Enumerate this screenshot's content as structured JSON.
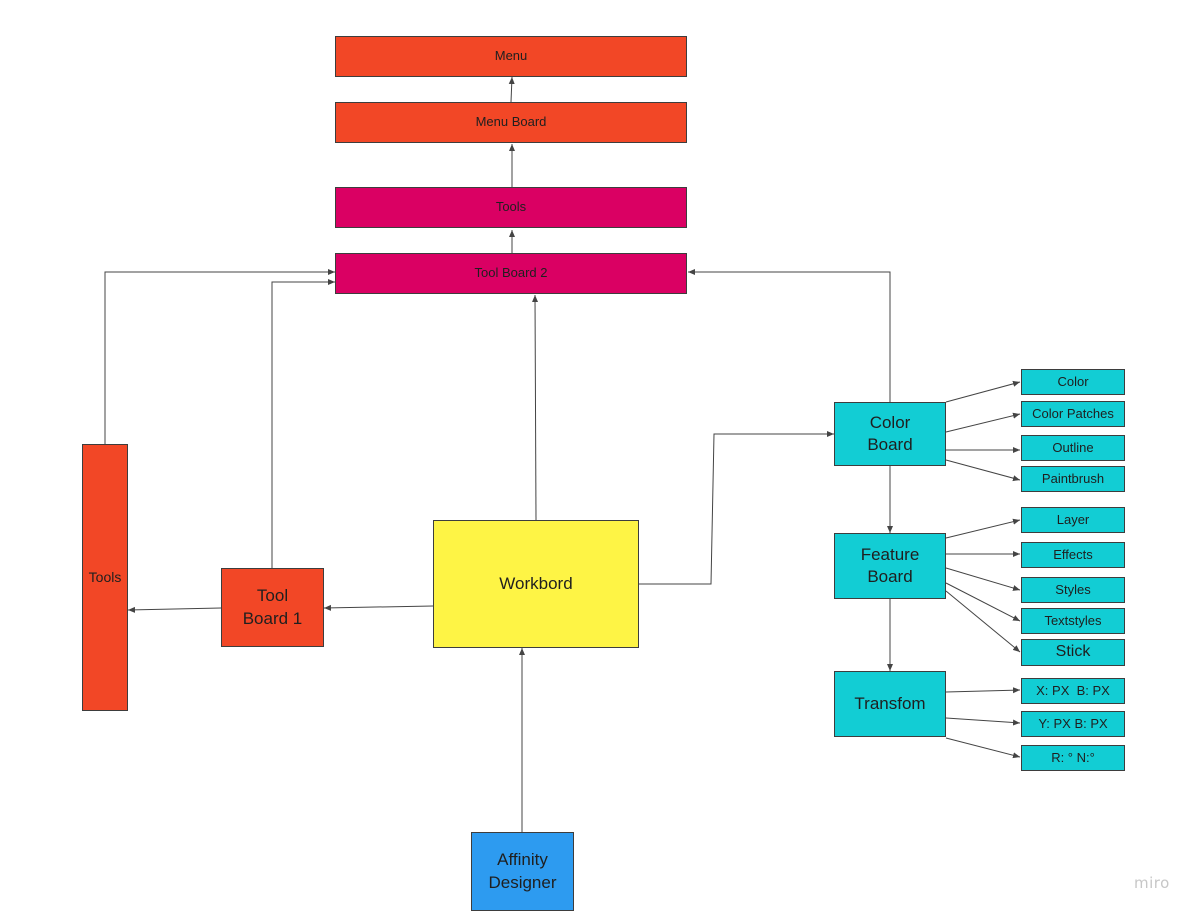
{
  "nodes": {
    "menu": "Menu",
    "menu_board": "Menu Board",
    "tools_top": "Tools",
    "tool_board_2": "Tool Board 2",
    "tools_left": "Tools",
    "tool_board_1": "Tool Board 1",
    "workbord": "Workbord",
    "affinity_designer": "Affinity Designer",
    "color_board": "Color Board",
    "feature_board": "Feature Board",
    "transform": "Transfom",
    "color": "Color",
    "color_patches": "Color Patches",
    "outline": "Outline",
    "paintbrush": "Paintbrush",
    "layer": "Layer",
    "effects": "Effects",
    "styles": "Styles",
    "textstyles": "Textstyles",
    "stick": "Stick",
    "xb": "X: PX  B: PX",
    "yb": "Y: PX B: PX",
    "rn": "R: ° N:°"
  },
  "colors": {
    "orange": "#f24726",
    "magenta": "#da0063",
    "yellow": "#fef445",
    "cyan": "#12cdd4",
    "blue": "#2d9bf0",
    "edge": "#444444"
  },
  "watermark": "miro"
}
